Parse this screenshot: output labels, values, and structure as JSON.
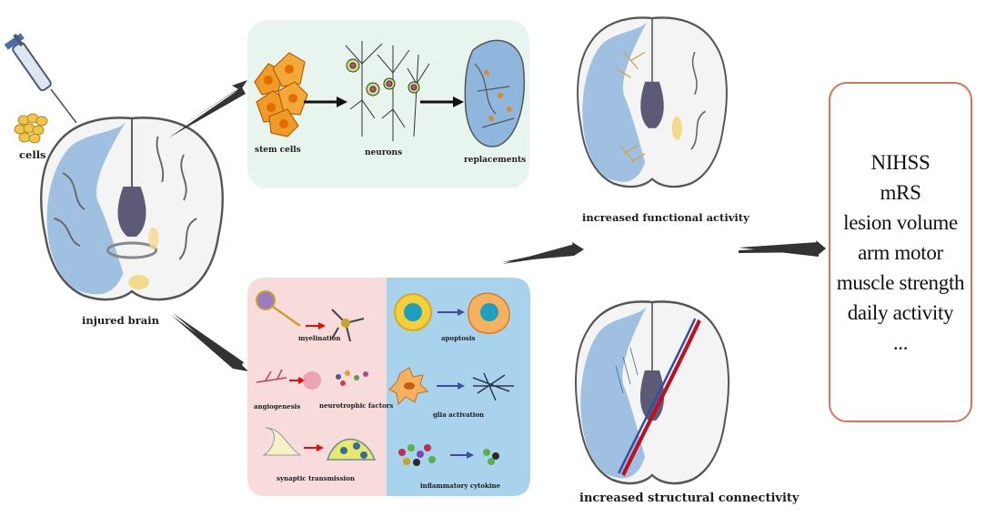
{
  "left": {
    "cells_label": "cells",
    "injured_brain_label": "injured brain"
  },
  "replacement_panel": {
    "stem_cells_label": "stem cells",
    "neurons_label": "neurons",
    "replacements_label": "replacements"
  },
  "mechanism_panel": {
    "myelination_label": "myelination",
    "angiogenesis_label": "angiogenesis",
    "neurotrophic_label": "neurotrophic factors",
    "synaptic_label": "synaptic transmission",
    "apoptosis_label": "apoptosis",
    "glia_label": "glia activation",
    "inflammatory_label": "inflammatory cytokine"
  },
  "results": {
    "functional_label": "increased functional activity",
    "structural_label": "increased structural connectivity"
  },
  "outcomes": {
    "items": [
      "NIHSS",
      "mRS",
      "lesion volume",
      "arm motor",
      "muscle strength",
      "daily activity",
      "..."
    ]
  },
  "colors": {
    "lesion_blue": "#8fb6dc",
    "replacement_bg": "#e8f4ee",
    "mechanism_pink": "#f8dcdc",
    "mechanism_blue": "#a9d3ec",
    "outcome_border": "#d9735a",
    "arrow": "#333333"
  }
}
